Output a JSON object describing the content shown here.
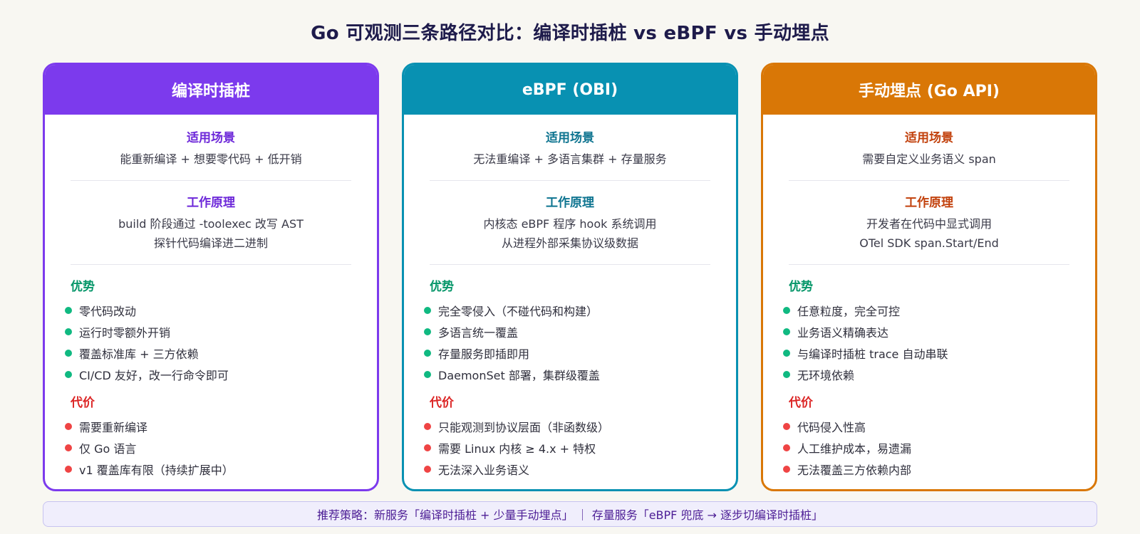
{
  "title": "Go 可观测三条路径对比：编译时插桩 vs eBPF vs 手动埋点",
  "cards": [
    {
      "header": "编译时插桩",
      "color": "#7c3aed",
      "title_color": "#6d28d9",
      "scenario_title": "适用场景",
      "scenario": "能重新编译 + 想要零代码 + 低开销",
      "principle_title": "工作原理",
      "principle_lines": [
        "build 阶段通过 -toolexec 改写 AST",
        "探针代码编译进二进制"
      ],
      "pros_title": "优势",
      "pros": [
        "零代码改动",
        "运行时零额外开销",
        "覆盖标准库 + 三方依赖",
        "CI/CD 友好，改一行命令即可"
      ],
      "cons_title": "代价",
      "cons": [
        "需要重新编译",
        "仅 Go 语言",
        "v1 覆盖库有限（持续扩展中）"
      ]
    },
    {
      "header": "eBPF (OBI)",
      "color": "#0891b2",
      "title_color": "#0e7490",
      "scenario_title": "适用场景",
      "scenario": "无法重编译 + 多语言集群 + 存量服务",
      "principle_title": "工作原理",
      "principle_lines": [
        "内核态 eBPF 程序 hook 系统调用",
        "从进程外部采集协议级数据"
      ],
      "pros_title": "优势",
      "pros": [
        "完全零侵入（不碰代码和构建）",
        "多语言统一覆盖",
        "存量服务即插即用",
        "DaemonSet 部署，集群级覆盖"
      ],
      "cons_title": "代价",
      "cons": [
        "只能观测到协议层面（非函数级）",
        "需要 Linux 内核 ≥ 4.x + 特权",
        "无法深入业务语义"
      ]
    },
    {
      "header": "手动埋点 (Go API)",
      "color": "#d97706",
      "title_color": "#c2410c",
      "scenario_title": "适用场景",
      "scenario": "需要自定义业务语义 span",
      "principle_title": "工作原理",
      "principle_lines": [
        "开发者在代码中显式调用",
        "OTel SDK span.Start/End"
      ],
      "pros_title": "优势",
      "pros": [
        "任意粒度，完全可控",
        "业务语义精确表达",
        "与编译时插桩 trace 自动串联",
        "无环境依赖"
      ],
      "cons_title": "代价",
      "cons": [
        "代码侵入性高",
        "人工维护成本，易遗漏",
        "无法覆盖三方依赖内部"
      ]
    }
  ],
  "footer": "推荐策略：新服务「编译时插桩 + 少量手动埋点」 ｜ 存量服务「eBPF 兜底 → 逐步切编译时插桩」"
}
